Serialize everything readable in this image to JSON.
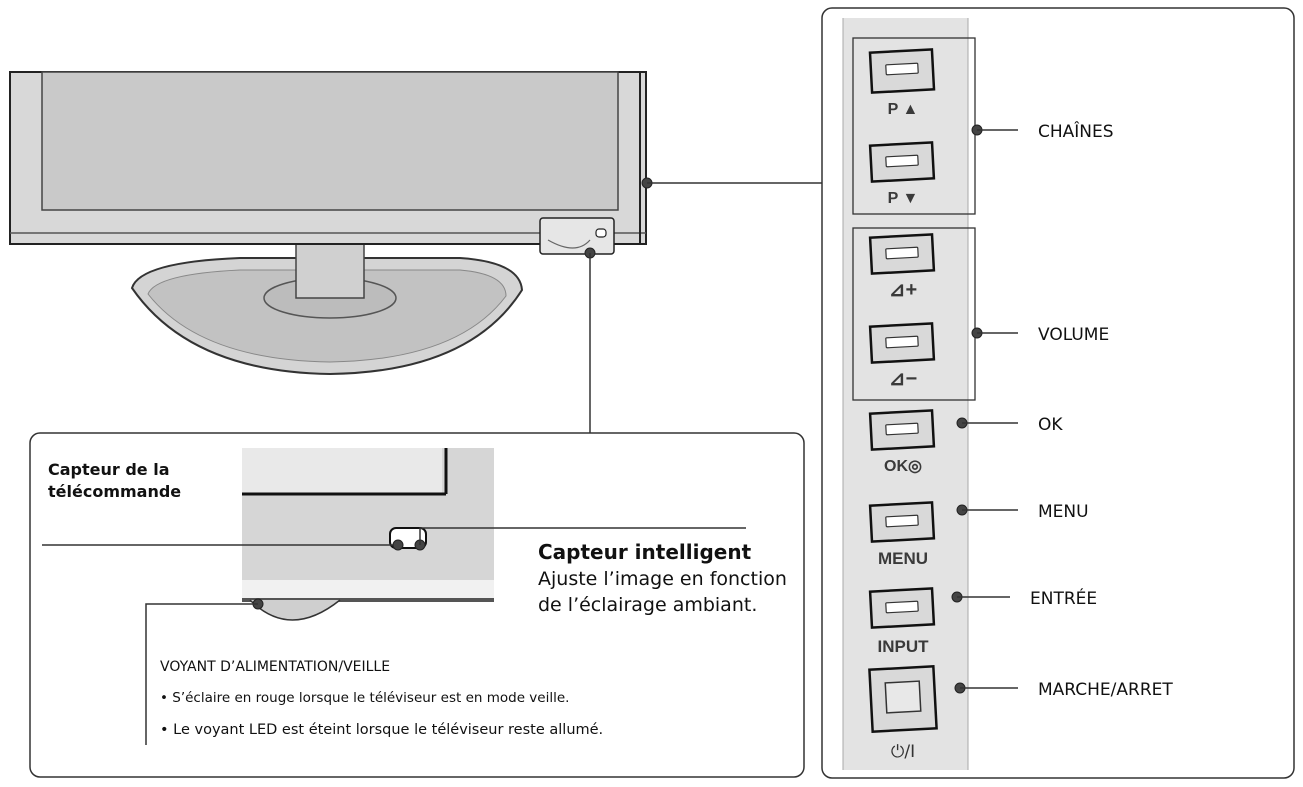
{
  "callouts": {
    "channels": "CHAÎNES",
    "volume": "VOLUME",
    "ok": "OK",
    "menu": "MENU",
    "input": "ENTRÉE",
    "power": "MARCHE/ARRET"
  },
  "buttons": {
    "prog_up": "P ▲",
    "prog_down": "P ▼",
    "vol_up": "⊿+",
    "vol_down": "⊿−",
    "ok": "OK◎",
    "menu": "MENU",
    "input": "INPUT",
    "power": "⏻/I"
  },
  "detail": {
    "remote_sensor_line1": "Capteur de la",
    "remote_sensor_line2": "télécommande",
    "intelligent_title": "Capteur intelligent",
    "intelligent_line1": "Ajuste l’image en fonction",
    "intelligent_line2": "de l’éclairage ambiant.",
    "power_led_title": "VOYANT D’ALIMENTATION/VEILLE",
    "bullet1": "• S’éclaire en rouge lorsque le téléviseur est en mode veille.",
    "bullet2": "• Le voyant LED est éteint lorsque le téléviseur reste allumé."
  },
  "colors": {
    "tv_frame": "#d8d8d8",
    "screen": "#c9c9c9",
    "panel": "#e3e3e3",
    "line": "#333333"
  },
  "icons": {
    "sensor": "sensor-window-icon",
    "dot": "callout-dot-icon"
  }
}
